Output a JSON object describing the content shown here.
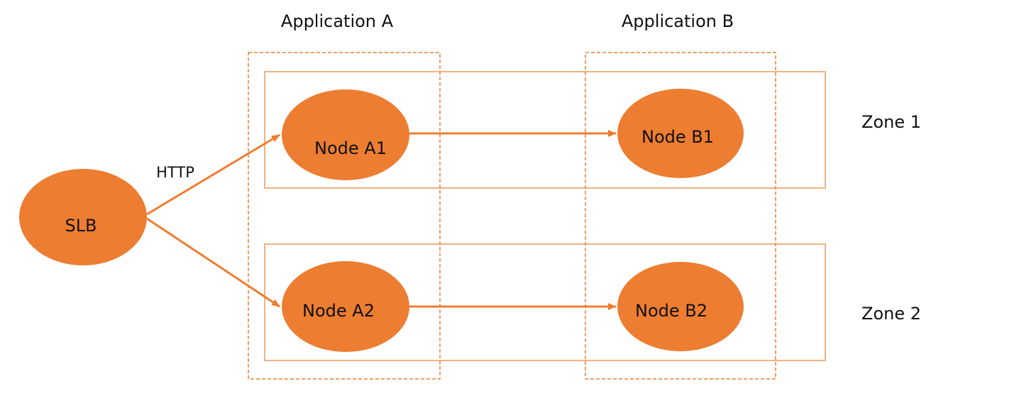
{
  "colors": {
    "accent": "#ED7D31",
    "zone_border": "#F4B183",
    "text": "#111111",
    "background": "#FFFFFF"
  },
  "headers": {
    "app_a": "Application A",
    "app_b": "Application B"
  },
  "zones": {
    "zone1": "Zone 1",
    "zone2": "Zone 2"
  },
  "nodes": {
    "slb": "SLB",
    "a1": "Node A1",
    "a2": "Node A2",
    "b1": "Node B1",
    "b2": "Node B2"
  },
  "edges": {
    "http_label": "HTTP"
  }
}
